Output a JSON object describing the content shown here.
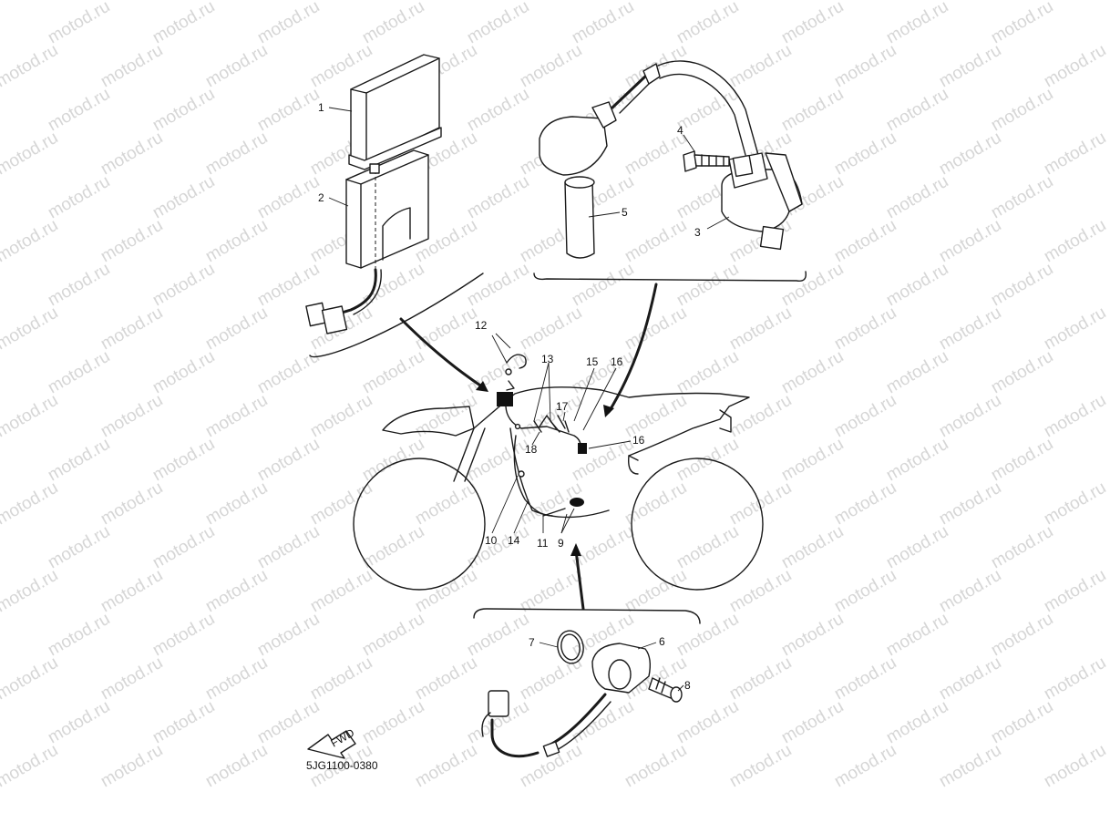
{
  "watermark": {
    "text": "motod.ru"
  },
  "callouts": {
    "c1": "1",
    "c2": "2",
    "c3": "3",
    "c4": "4",
    "c5": "5",
    "c6": "6",
    "c7": "7",
    "c8": "8",
    "c9": "9",
    "c10": "10",
    "c11": "11",
    "c12": "12",
    "c13": "13",
    "c14": "14",
    "c15": "15",
    "c16a": "16",
    "c16b": "16",
    "c17": "17",
    "c18": "18"
  },
  "fwd_label": "FWD",
  "drawing_code": "5JG1100-0380"
}
